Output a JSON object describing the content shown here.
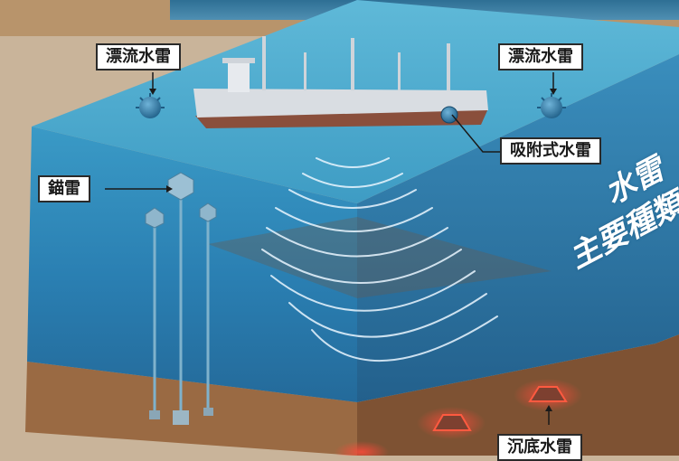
{
  "labels": {
    "drifting_mine_left": "漂流水雷",
    "drifting_mine_right": "漂流水雷",
    "limpet_mine": "吸附式水雷",
    "moored_mine": "錨雷",
    "bottom_mine": "沉底水雷"
  },
  "title": {
    "line1": "水雷",
    "line2": "主要種類"
  },
  "colors": {
    "sea_surface": "#3f9fc4",
    "water_front": "#2f8ab8",
    "water_side": "#2a6f9e",
    "seabed": "#9a6a43",
    "ship_hull": "#8a4f3c",
    "mine_glow": "#ff3b2f",
    "label_border": "#2a2a2a"
  }
}
